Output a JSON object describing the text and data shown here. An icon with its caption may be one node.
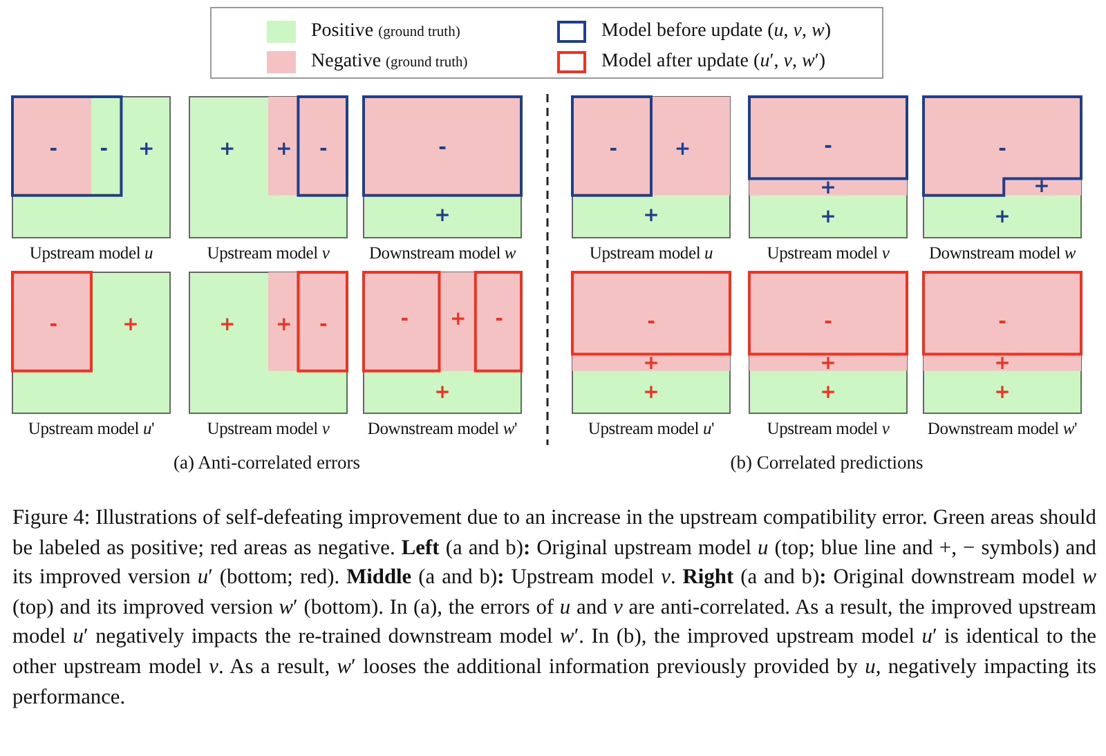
{
  "diagram": {
    "caption": "Figure 4: Illustrations of self-defeating improvement due to an increase in the upstream compatibility error. Green areas should be labeled as positive; red areas as negative. **Left** (a and b)**:** Original upstream model *u* (top; blue line and +, − symbols) and its improved version *u*′ (bottom; red). **Middle** (a and b)**:** Upstream model *v*. **Right** (a and b)**:** Original downstream model *w* (top) and its improved version *w*′ (bottom). In (a), the errors of *u* and *v* are anti-correlated. As a result, the improved upstream model *u*′ negatively impacts the re-trained downstream model *w*′. In (b), the improved upstream model *u*′ is identical to the other upstream model *v*. As a result, *w*′ looses the additional information previously provided by *u*, negatively impacting its performance.",
    "nodes": [
      {
        "text": [
          "-",
          "-",
          "+",
          "Upstream model *u*"
        ]
      },
      {
        "text": [
          "+",
          "+",
          "-",
          "Upstream model *v*"
        ]
      },
      {
        "text": [
          "-",
          "+",
          "Downstream model *w*"
        ]
      },
      {
        "text": [
          "-",
          "+",
          "Upstream model *u*'"
        ]
      },
      {
        "text": [
          "+",
          "+",
          "-",
          "Upstream model *v*"
        ]
      },
      {
        "text": [
          "-",
          "+",
          "-",
          "+",
          "Downstream model *w*'"
        ]
      },
      {
        "text": [
          "-",
          "+",
          "+",
          "Upstream model *u*"
        ]
      },
      {
        "text": [
          "-",
          "+",
          "+",
          "Upstream model *v*"
        ]
      },
      {
        "text": [
          "-",
          "+",
          "+",
          "Downstream model *w*"
        ]
      },
      {
        "text": [
          "-",
          "+",
          "+",
          "Upstream model *u*'"
        ]
      },
      {
        "text": [
          "-",
          "+",
          "+",
          "Upstream model *v*"
        ]
      },
      {
        "text": [
          "-",
          "+",
          "+",
          "Downstream model *w*'"
        ]
      }
    ],
    "edges": [],
    "labels": [
      "(a) Anti-correlated errors",
      "(b) Correlated predictions"
    ],
    "legend": [
      {
        "text": "Positive $_{(ground truth)}$",
        "color": "#ccf7c4"
      },
      {
        "text": "Negative $_{(ground truth)}$",
        "color": "#f4c2c2"
      },
      {
        "text": "Model before update (*u*, *v*, *w*)"
      },
      {
        "text": "Model after update (*u*′, *v*, *w*′)"
      }
    ]
  }
}
